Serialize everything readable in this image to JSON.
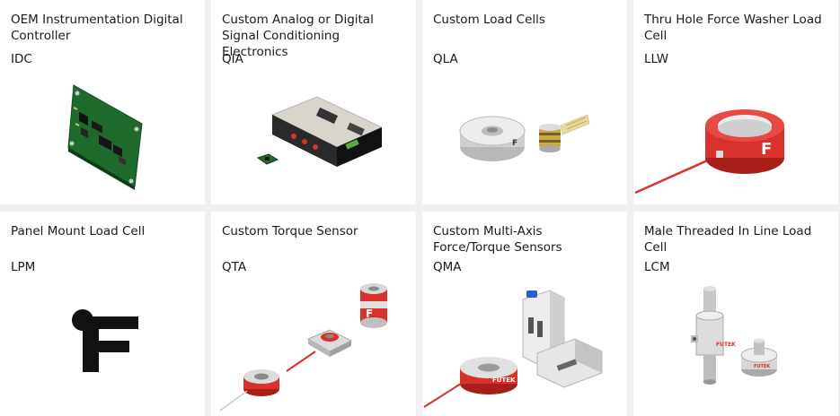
{
  "products": [
    {
      "title": "OEM Instrumentation Digital Controller",
      "code": "IDC",
      "image": "pcb-board-image"
    },
    {
      "title": "Custom Analog or Digital Signal Conditioning Electronics",
      "code": "QIA",
      "image": "signal-conditioner-image"
    },
    {
      "title": "Custom Load Cells",
      "code": "QLA",
      "image": "load-cell-image"
    },
    {
      "title": "Thru Hole Force Washer Load Cell",
      "code": "LLW",
      "image": "force-washer-image"
    },
    {
      "title": "Panel Mount Load Cell",
      "code": "LPM",
      "image": "futek-logo-image"
    },
    {
      "title": "Custom Torque Sensor",
      "code": "QTA",
      "image": "torque-sensor-image"
    },
    {
      "title": "Custom Multi-Axis Force/Torque Sensors",
      "code": "QMA",
      "image": "multi-axis-sensor-image"
    },
    {
      "title": "Male Threaded In Line Load Cell",
      "code": "LCM",
      "image": "threaded-load-cell-image"
    }
  ],
  "colors": {
    "brand_red": "#d9312b",
    "pcb_green": "#1f6b2e",
    "background": "#f1f1f1",
    "card": "#ffffff"
  }
}
